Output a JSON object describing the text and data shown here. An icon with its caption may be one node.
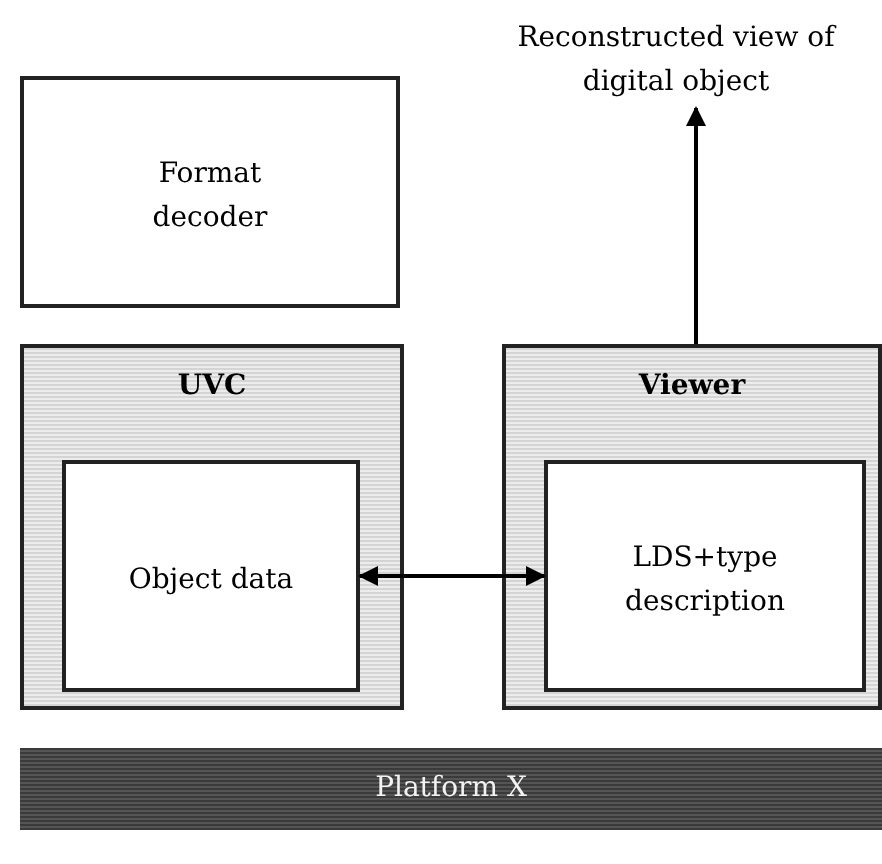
{
  "diagram": {
    "nodes": [
      {
        "text": [
          "Format decoder"
        ]
      },
      {
        "text": [
          "UVC"
        ]
      },
      {
        "text": [
          "Object data"
        ],
        "in": 1
      },
      {
        "text": [
          "Viewer"
        ]
      },
      {
        "text": [
          "LDS+type description"
        ],
        "in": 3
      },
      {
        "text": [
          "Platform X"
        ]
      },
      {
        "text": [
          "Reconstructed view of digital object"
        ]
      }
    ],
    "edges": [
      {
        "from": 3,
        "to": 6,
        "arrow": "to"
      },
      {
        "from": 2,
        "to": 4,
        "arrow": "both"
      }
    ]
  }
}
